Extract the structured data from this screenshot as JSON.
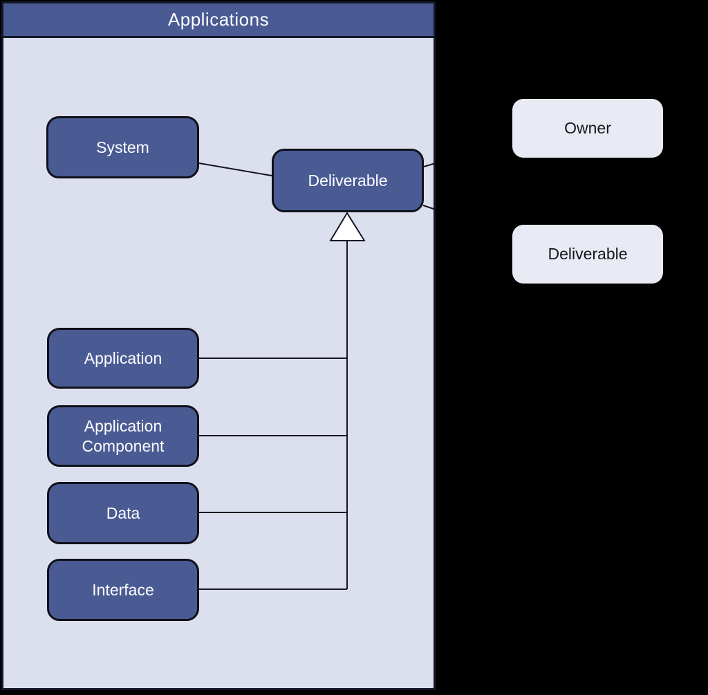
{
  "diagram": {
    "group": {
      "title": "Applications"
    },
    "nodes": {
      "system": {
        "label": "System"
      },
      "deliverable": {
        "label": "Deliverable"
      },
      "application": {
        "label": "Application"
      },
      "application_component": {
        "label": "Application Component"
      },
      "data": {
        "label": "Data"
      },
      "interface": {
        "label": "Interface"
      }
    },
    "external_nodes": {
      "owner": {
        "label": "Owner"
      },
      "deliverable_ref": {
        "label": "Deliverable"
      }
    },
    "relationships": [
      {
        "from": "System",
        "to": "Deliverable",
        "type": "association"
      },
      {
        "from": "Application",
        "to": "Deliverable",
        "type": "generalization"
      },
      {
        "from": "Application Component",
        "to": "Deliverable",
        "type": "generalization"
      },
      {
        "from": "Data",
        "to": "Deliverable",
        "type": "generalization"
      },
      {
        "from": "Interface",
        "to": "Deliverable",
        "type": "generalization"
      },
      {
        "from": "Deliverable",
        "to": "right-edge-upper",
        "type": "association-stub"
      },
      {
        "from": "Deliverable",
        "to": "right-edge-lower",
        "type": "association-stub"
      }
    ],
    "colors": {
      "background": "#000000",
      "group_header_fill": "#4a5b94",
      "group_body_fill": "#dcdfee",
      "group_border": "#131728",
      "node_fill": "#4a5b94",
      "node_border": "#0f1018",
      "node_text": "#ffffff",
      "external_node_fill": "#e9ebf4",
      "external_node_text": "#15151c",
      "line": "#15151c",
      "arrow_fill": "#ffffff"
    }
  }
}
